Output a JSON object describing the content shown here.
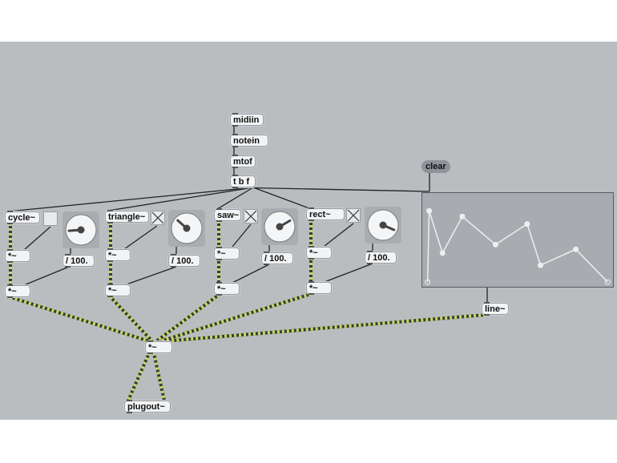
{
  "objects": {
    "midiin": "midiin",
    "notein": "notein",
    "mtof": "mtof",
    "trigger": "t b f",
    "line": "line~",
    "mul": "*~",
    "plugout": "plugout~"
  },
  "clear_message": "clear",
  "voices": [
    {
      "osc": "cycle~",
      "toggle_on": false,
      "dial_value": 0.15,
      "div": "/ 100.",
      "mul1": "*~",
      "mul2": "*~"
    },
    {
      "osc": "triangle~",
      "toggle_on": true,
      "dial_value": 0.32,
      "div": "/ 100.",
      "mul1": "*~",
      "mul2": "*~"
    },
    {
      "osc": "saw~",
      "toggle_on": true,
      "dial_value": 0.72,
      "div": "/ 100.",
      "mul1": "*~",
      "mul2": "*~"
    },
    {
      "osc": "rect~",
      "toggle_on": true,
      "dial_value": 0.92,
      "div": "/ 100.",
      "mul1": "*~",
      "mul2": "*~"
    }
  ],
  "function_points": [
    [
      0.028,
      0.05
    ],
    [
      0.036,
      0.81
    ],
    [
      0.106,
      0.36
    ],
    [
      0.21,
      0.75
    ],
    [
      0.384,
      0.45
    ],
    [
      0.55,
      0.67
    ],
    [
      0.62,
      0.23
    ],
    [
      0.805,
      0.4
    ],
    [
      0.972,
      0.05
    ]
  ],
  "colors": {
    "canvas": "#babdc0",
    "signal_cord": "#c8d86a"
  }
}
